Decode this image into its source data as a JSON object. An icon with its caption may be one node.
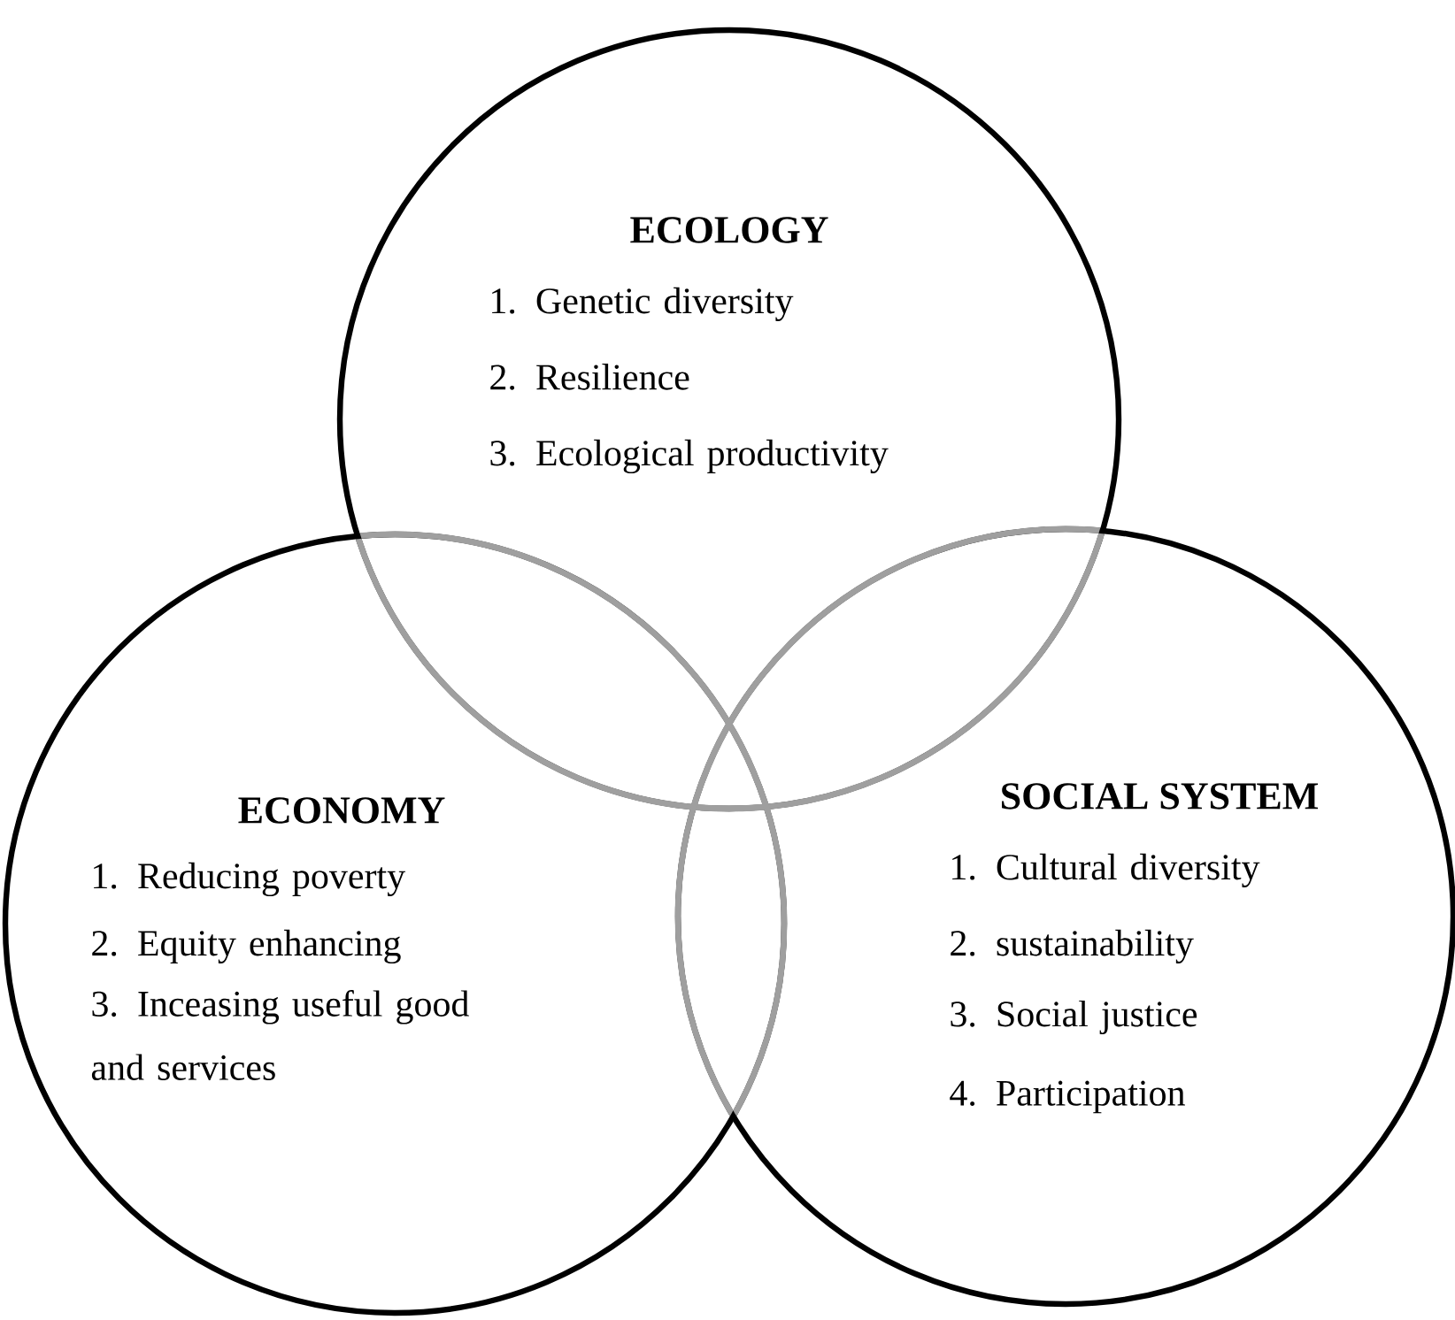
{
  "diagram": {
    "nodes": [
      {
        "text": [
          "ECOLOGY",
          "1. Genetic diversity",
          "2. Resilience",
          "3. Ecological productivity"
        ]
      },
      {
        "text": [
          "ECONOMY",
          "1. Reducing poverty",
          "2. Equity enhancing",
          "3. Inceasing useful good and services"
        ]
      },
      {
        "text": [
          "SOCIAL SYSTEM",
          "1. Cultural diversity",
          "2. sustainability",
          "3. Social justice",
          "4. Participation"
        ]
      }
    ]
  }
}
